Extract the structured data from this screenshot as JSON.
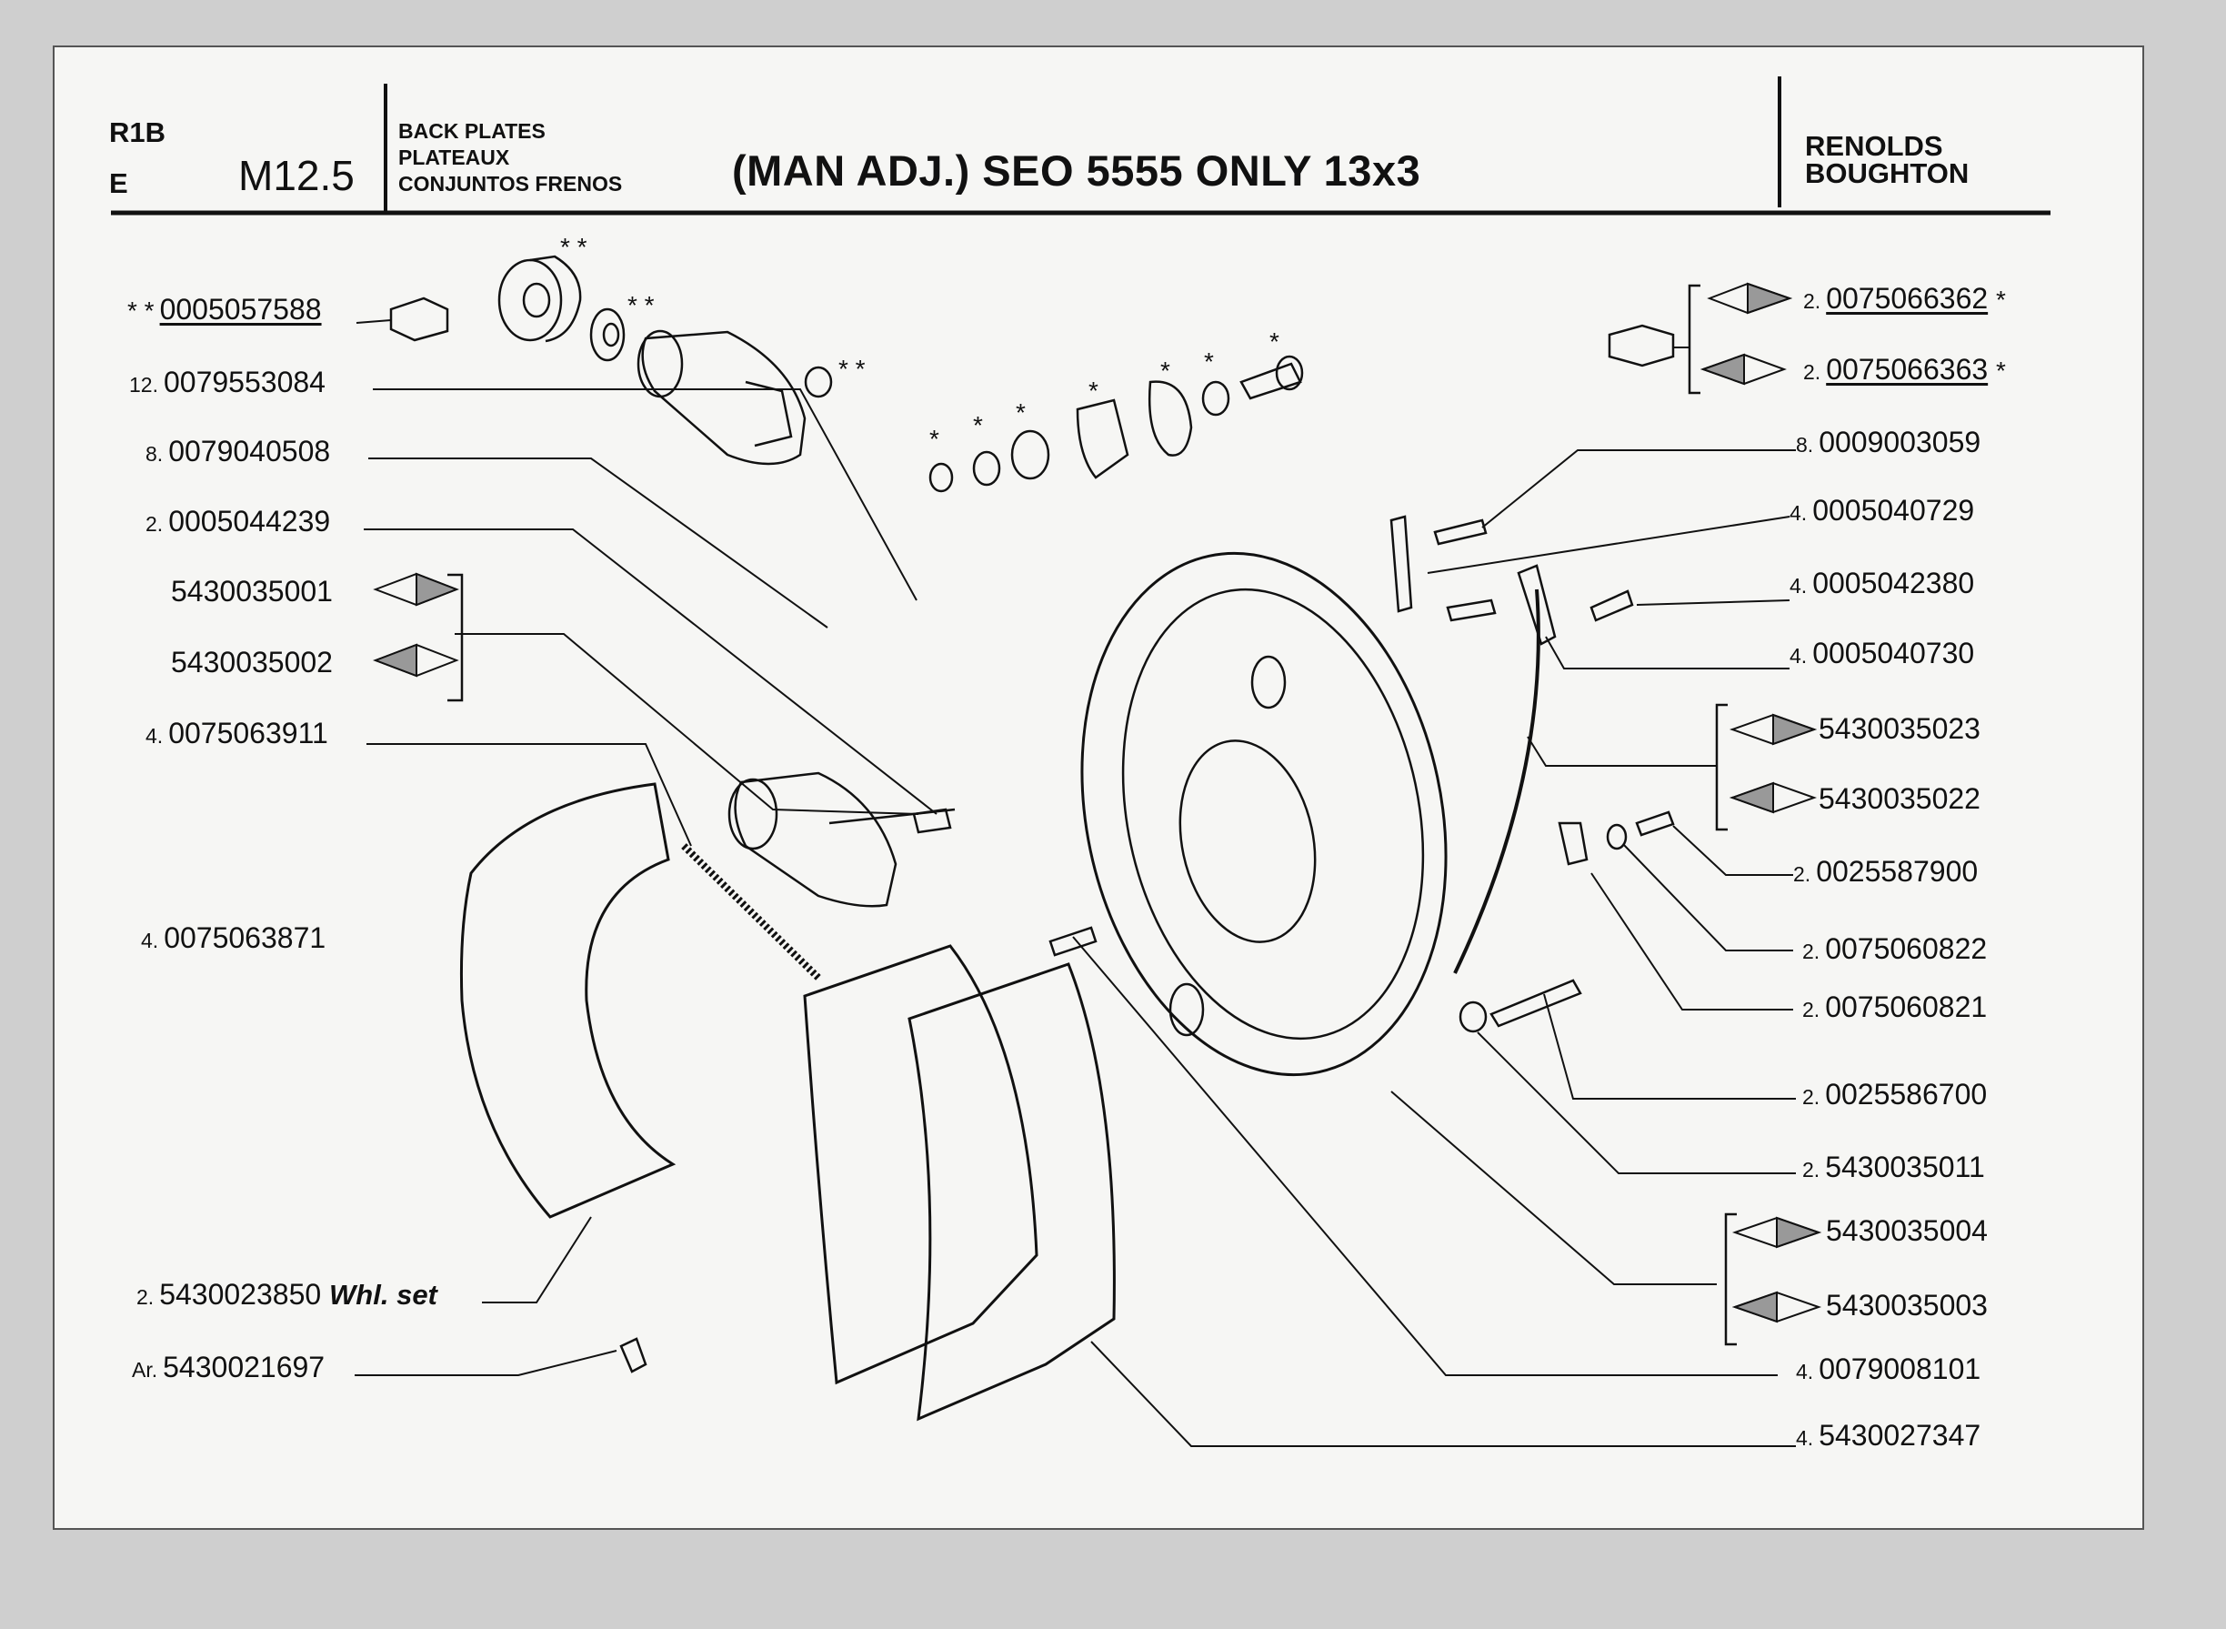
{
  "header": {
    "code_top": "R1B",
    "code_bottom": "E",
    "section": "M12.5",
    "desc_en": "BACK PLATES",
    "desc_fr": "PLATEAUX",
    "desc_es": "CONJUNTOS FRENOS",
    "title": "(MAN ADJ.) SEO 5555 ONLY 13x3",
    "brand_1": "RENOLDS",
    "brand_2": "BOUGHTON"
  },
  "parts_left": [
    {
      "qty": "* *",
      "number": "0005057588",
      "note": ""
    },
    {
      "qty": "12.",
      "number": "0079553084",
      "note": ""
    },
    {
      "qty": "8.",
      "number": "0079040508",
      "note": ""
    },
    {
      "qty": "2.",
      "number": "0005044239",
      "note": ""
    },
    {
      "qty": "",
      "number": "5430035001",
      "note": ""
    },
    {
      "qty": "",
      "number": "5430035002",
      "note": ""
    },
    {
      "qty": "4.",
      "number": "0075063911",
      "note": ""
    },
    {
      "qty": "4.",
      "number": "0075063871",
      "note": ""
    },
    {
      "qty": "2.",
      "number": "5430023850",
      "note": "Whl. set"
    },
    {
      "qty": "Ar.",
      "number": "5430021697",
      "note": ""
    }
  ],
  "parts_right": [
    {
      "qty": "2.",
      "number": "0075066362",
      "note": "*"
    },
    {
      "qty": "2.",
      "number": "0075066363",
      "note": "*"
    },
    {
      "qty": "8.",
      "number": "0009003059",
      "note": ""
    },
    {
      "qty": "4.",
      "number": "0005040729",
      "note": ""
    },
    {
      "qty": "4.",
      "number": "0005042380",
      "note": ""
    },
    {
      "qty": "4.",
      "number": "0005040730",
      "note": ""
    },
    {
      "qty": "",
      "number": "5430035023",
      "note": ""
    },
    {
      "qty": "",
      "number": "5430035022",
      "note": ""
    },
    {
      "qty": "2.",
      "number": "0025587900",
      "note": ""
    },
    {
      "qty": "2.",
      "number": "0075060822",
      "note": ""
    },
    {
      "qty": "2.",
      "number": "0075060821",
      "note": ""
    },
    {
      "qty": "2.",
      "number": "0025586700",
      "note": ""
    },
    {
      "qty": "2.",
      "number": "5430035011",
      "note": ""
    },
    {
      "qty": "",
      "number": "5430035004",
      "note": ""
    },
    {
      "qty": "",
      "number": "5430035003",
      "note": ""
    },
    {
      "qty": "4.",
      "number": "0079008101",
      "note": ""
    },
    {
      "qty": "4.",
      "number": "5430027347",
      "note": ""
    }
  ],
  "markers": {
    "double_star": "* *",
    "single_star": "*"
  }
}
